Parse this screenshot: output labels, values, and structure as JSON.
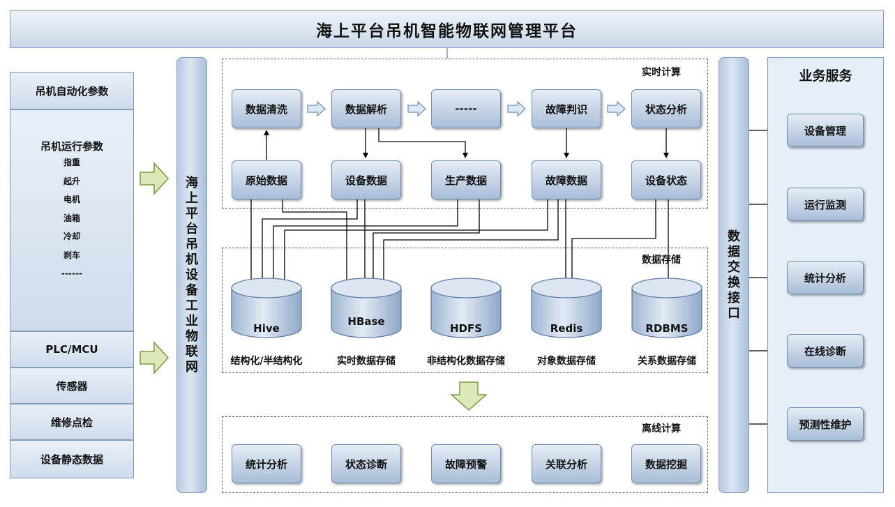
{
  "title": "海上平台吊机智能物联网管理平台",
  "left_panel": {
    "automation_params": "吊机自动化参数",
    "run_params_title": "吊机运行参数",
    "run_params": [
      "指重",
      "起升",
      "电机",
      "油箱",
      "冷却",
      "刹车",
      "------"
    ],
    "plc": "PLC/MCU",
    "sensor": "传感器",
    "maintenance": "维修点检",
    "static_data": "设备静态数据"
  },
  "iot_bar": [
    "海",
    "上",
    "平",
    "台",
    "吊",
    "机",
    "设",
    "备",
    "工",
    "业",
    "物",
    "联",
    "网"
  ],
  "exchange_bar": [
    "数",
    "据",
    "交",
    "换",
    "接",
    "口"
  ],
  "realtime": {
    "label": "实时计算",
    "row1": [
      "数据清洗",
      "数据解析",
      "-----",
      "故障判识",
      "状态分析"
    ],
    "row2": [
      "原始数据",
      "设备数据",
      "生产数据",
      "故障数据",
      "设备状态"
    ]
  },
  "storage": {
    "label": "数据存储",
    "dbs": [
      {
        "name": "Hive",
        "desc": "结构化/半结构化"
      },
      {
        "name": "HBase",
        "desc": "实时数据存储"
      },
      {
        "name": "HDFS",
        "desc": "非结构化数据存储"
      },
      {
        "name": "Redis",
        "desc": "对象数据存储"
      },
      {
        "name": "RDBMS",
        "desc": "关系数据存储"
      }
    ]
  },
  "offline": {
    "label": "离线计算",
    "nodes": [
      "统计分析",
      "状态诊断",
      "故障预警",
      "关联分析",
      "数据挖掘"
    ]
  },
  "business": {
    "title": "业务服务",
    "items": [
      "设备管理",
      "运行监测",
      "统计分析",
      "在线诊断",
      "预测性维护"
    ]
  },
  "colors": {
    "node_top": "#e5edf6",
    "node_bottom": "#a9bdd8",
    "border": "#7f9cbf",
    "arrow_fill": "#dbe8b8",
    "arrow_stroke": "#7e9a45"
  }
}
